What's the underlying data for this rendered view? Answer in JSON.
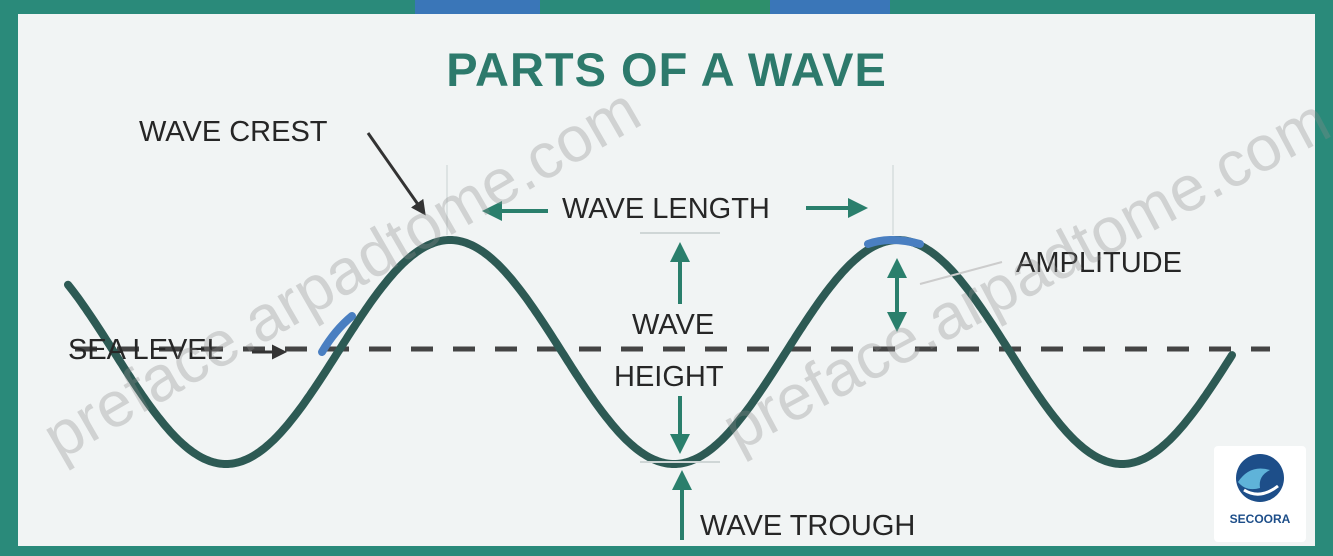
{
  "title": "PARTS OF A WAVE",
  "labels": {
    "wave_crest": "WAVE CREST",
    "wave_length": "WAVE LENGTH",
    "amplitude": "AMPLITUDE",
    "sea_level": "SEA LEVEL",
    "wave_height_line1": "WAVE",
    "wave_height_line2": "HEIGHT",
    "wave_trough": "WAVE TROUGH"
  },
  "logo": {
    "text": "SECOORA"
  },
  "watermark": {
    "text": "preface.arpadtome.com"
  },
  "colors": {
    "frame": "#2a8a7a",
    "title": "#2d7a6c",
    "wave": "#2d5a54",
    "wave_highlight": "#4a7fc1",
    "arrow": "#2a7f6c",
    "sea_level_line": "#444444",
    "background": "#f1f4f4"
  }
}
